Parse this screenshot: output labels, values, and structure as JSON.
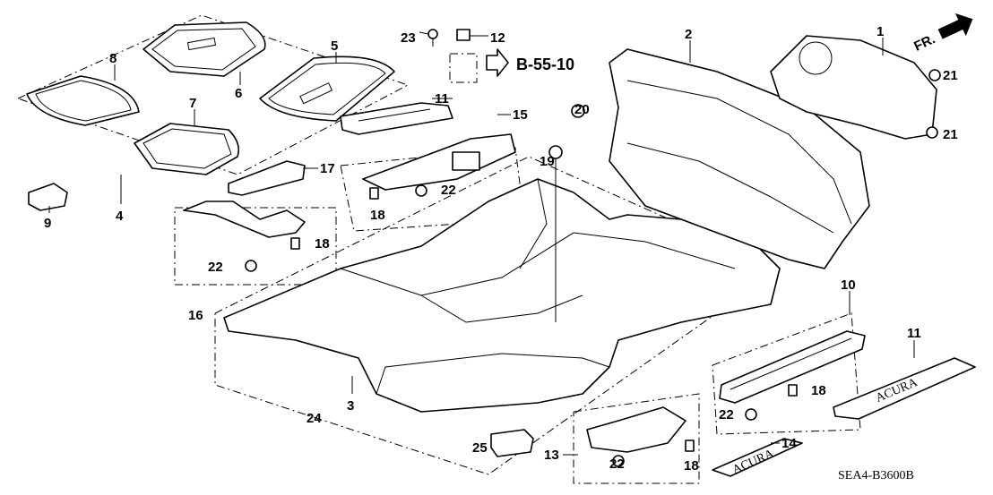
{
  "diagram": {
    "reference_label": "B-55-10",
    "direction_label": "FR.",
    "drawing_code": "SEA4-B3600B",
    "callouts": [
      "1",
      "2",
      "3",
      "4",
      "5",
      "6",
      "7",
      "8",
      "9",
      "10",
      "11",
      "11",
      "12",
      "13",
      "14",
      "15",
      "16",
      "17",
      "18",
      "18",
      "18",
      "18",
      "19",
      "20",
      "21",
      "21",
      "22",
      "22",
      "22",
      "22",
      "23",
      "24",
      "25"
    ]
  }
}
